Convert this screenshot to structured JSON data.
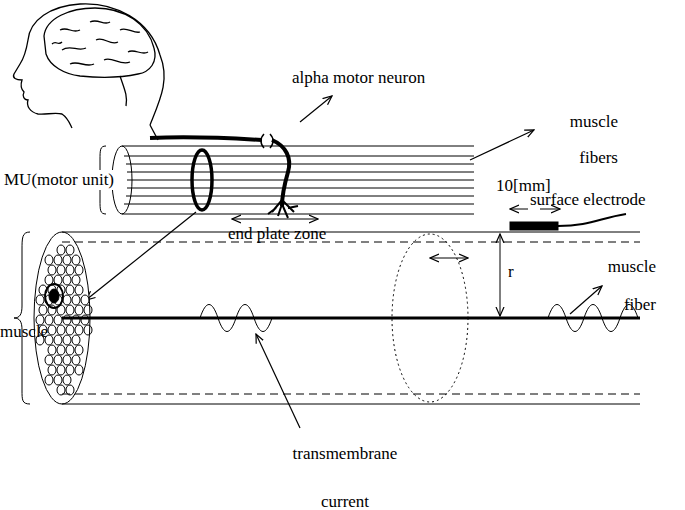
{
  "diagram": {
    "labels": [
      "alpha motor neuron",
      "muscle fibers",
      "MU(motor unit)",
      "end plate zone",
      "surface electrode",
      "10[mm]",
      "muscle",
      "r",
      "muscle fiber",
      "transmembrane current"
    ]
  }
}
